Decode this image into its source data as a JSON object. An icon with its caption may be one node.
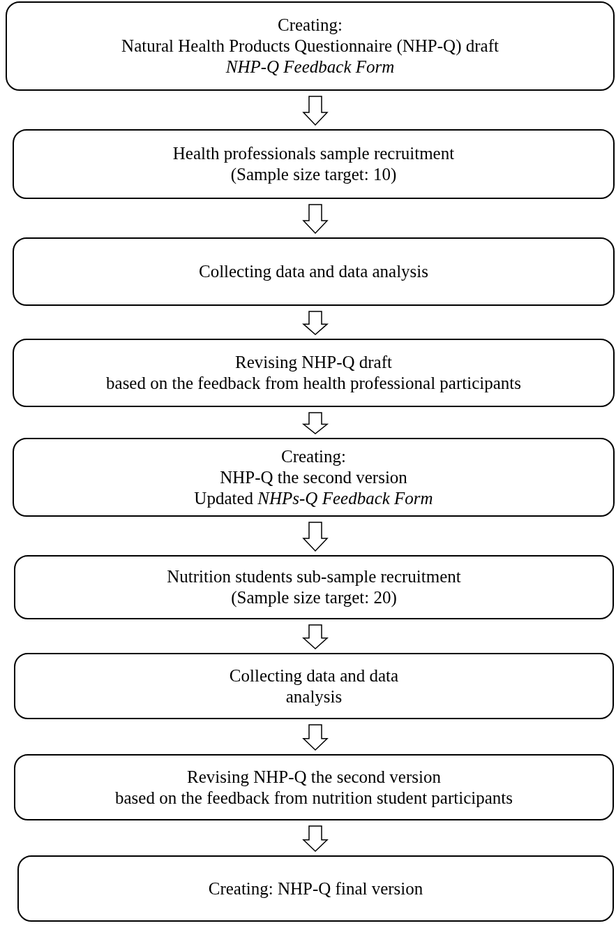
{
  "diagram": {
    "nodes": [
      {
        "text": [
          "Creating:",
          "Natural Health Products Questionnaire (NHP-Q) draft",
          "*NHP-Q Feedback Form*"
        ]
      },
      {
        "text": [
          "Health professionals sample recruitment",
          "(Sample size target: 10)"
        ]
      },
      {
        "text": [
          "Collecting data and data analysis"
        ]
      },
      {
        "text": [
          "Revising NHP-Q draft",
          "based on the feedback from health professional participants"
        ]
      },
      {
        "text": [
          "Creating:",
          "NHP-Q the second version",
          "Updated *NHPs-Q Feedback Form*"
        ]
      },
      {
        "text": [
          "Nutrition students sub-sample recruitment",
          "(Sample size target: 20)"
        ]
      },
      {
        "text": [
          "Collecting data and data analysis"
        ]
      },
      {
        "text": [
          "Revising NHP-Q the second version",
          "based on the feedback from nutrition student participants"
        ]
      },
      {
        "text": [
          "Creating: NHP-Q final version"
        ]
      }
    ],
    "edges": [
      {
        "from": 0,
        "to": 1,
        "arrow": "to"
      },
      {
        "from": 1,
        "to": 2,
        "arrow": "to"
      },
      {
        "from": 2,
        "to": 3,
        "arrow": "to"
      },
      {
        "from": 3,
        "to": 4,
        "arrow": "to"
      },
      {
        "from": 4,
        "to": 5,
        "arrow": "to"
      },
      {
        "from": 5,
        "to": 6,
        "arrow": "to"
      },
      {
        "from": 6,
        "to": 7,
        "arrow": "to"
      },
      {
        "from": 7,
        "to": 8,
        "arrow": "to"
      }
    ]
  }
}
